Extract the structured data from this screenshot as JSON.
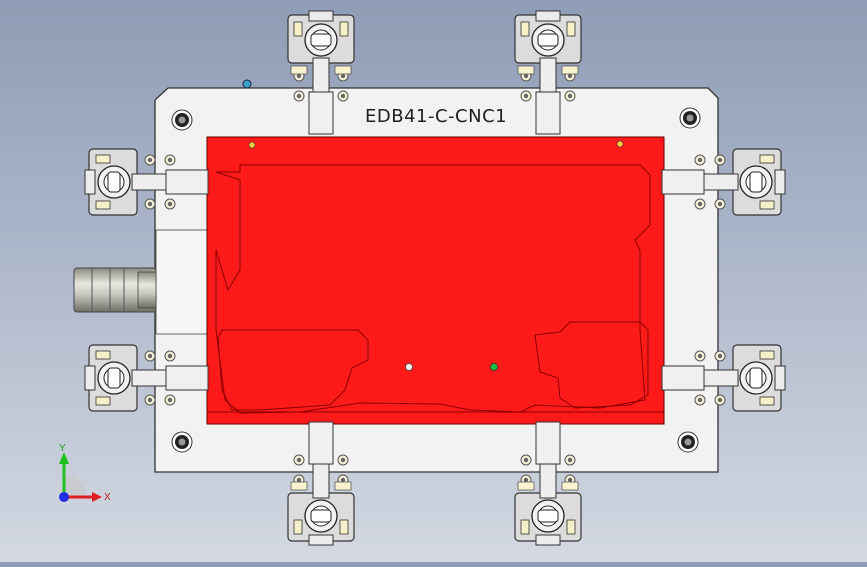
{
  "model": {
    "part_label": "EDB41-C-CNC1"
  },
  "triad": {
    "x_label": "X",
    "y_label": "Y"
  },
  "colors": {
    "background_top": "#8f9cb5",
    "background_bottom": "#d3d8e1",
    "baseplate": "#f0f0f0",
    "workpiece": "#ff1a1a",
    "clamp_metal": "#e6e6e6",
    "x_axis": "#e02020",
    "y_axis": "#20c020",
    "z_axis": "#2030e0"
  },
  "icons": [
    "toggle-clamp-icon",
    "screw-icon",
    "nozzle-fitting-icon",
    "axis-triad-icon"
  ]
}
